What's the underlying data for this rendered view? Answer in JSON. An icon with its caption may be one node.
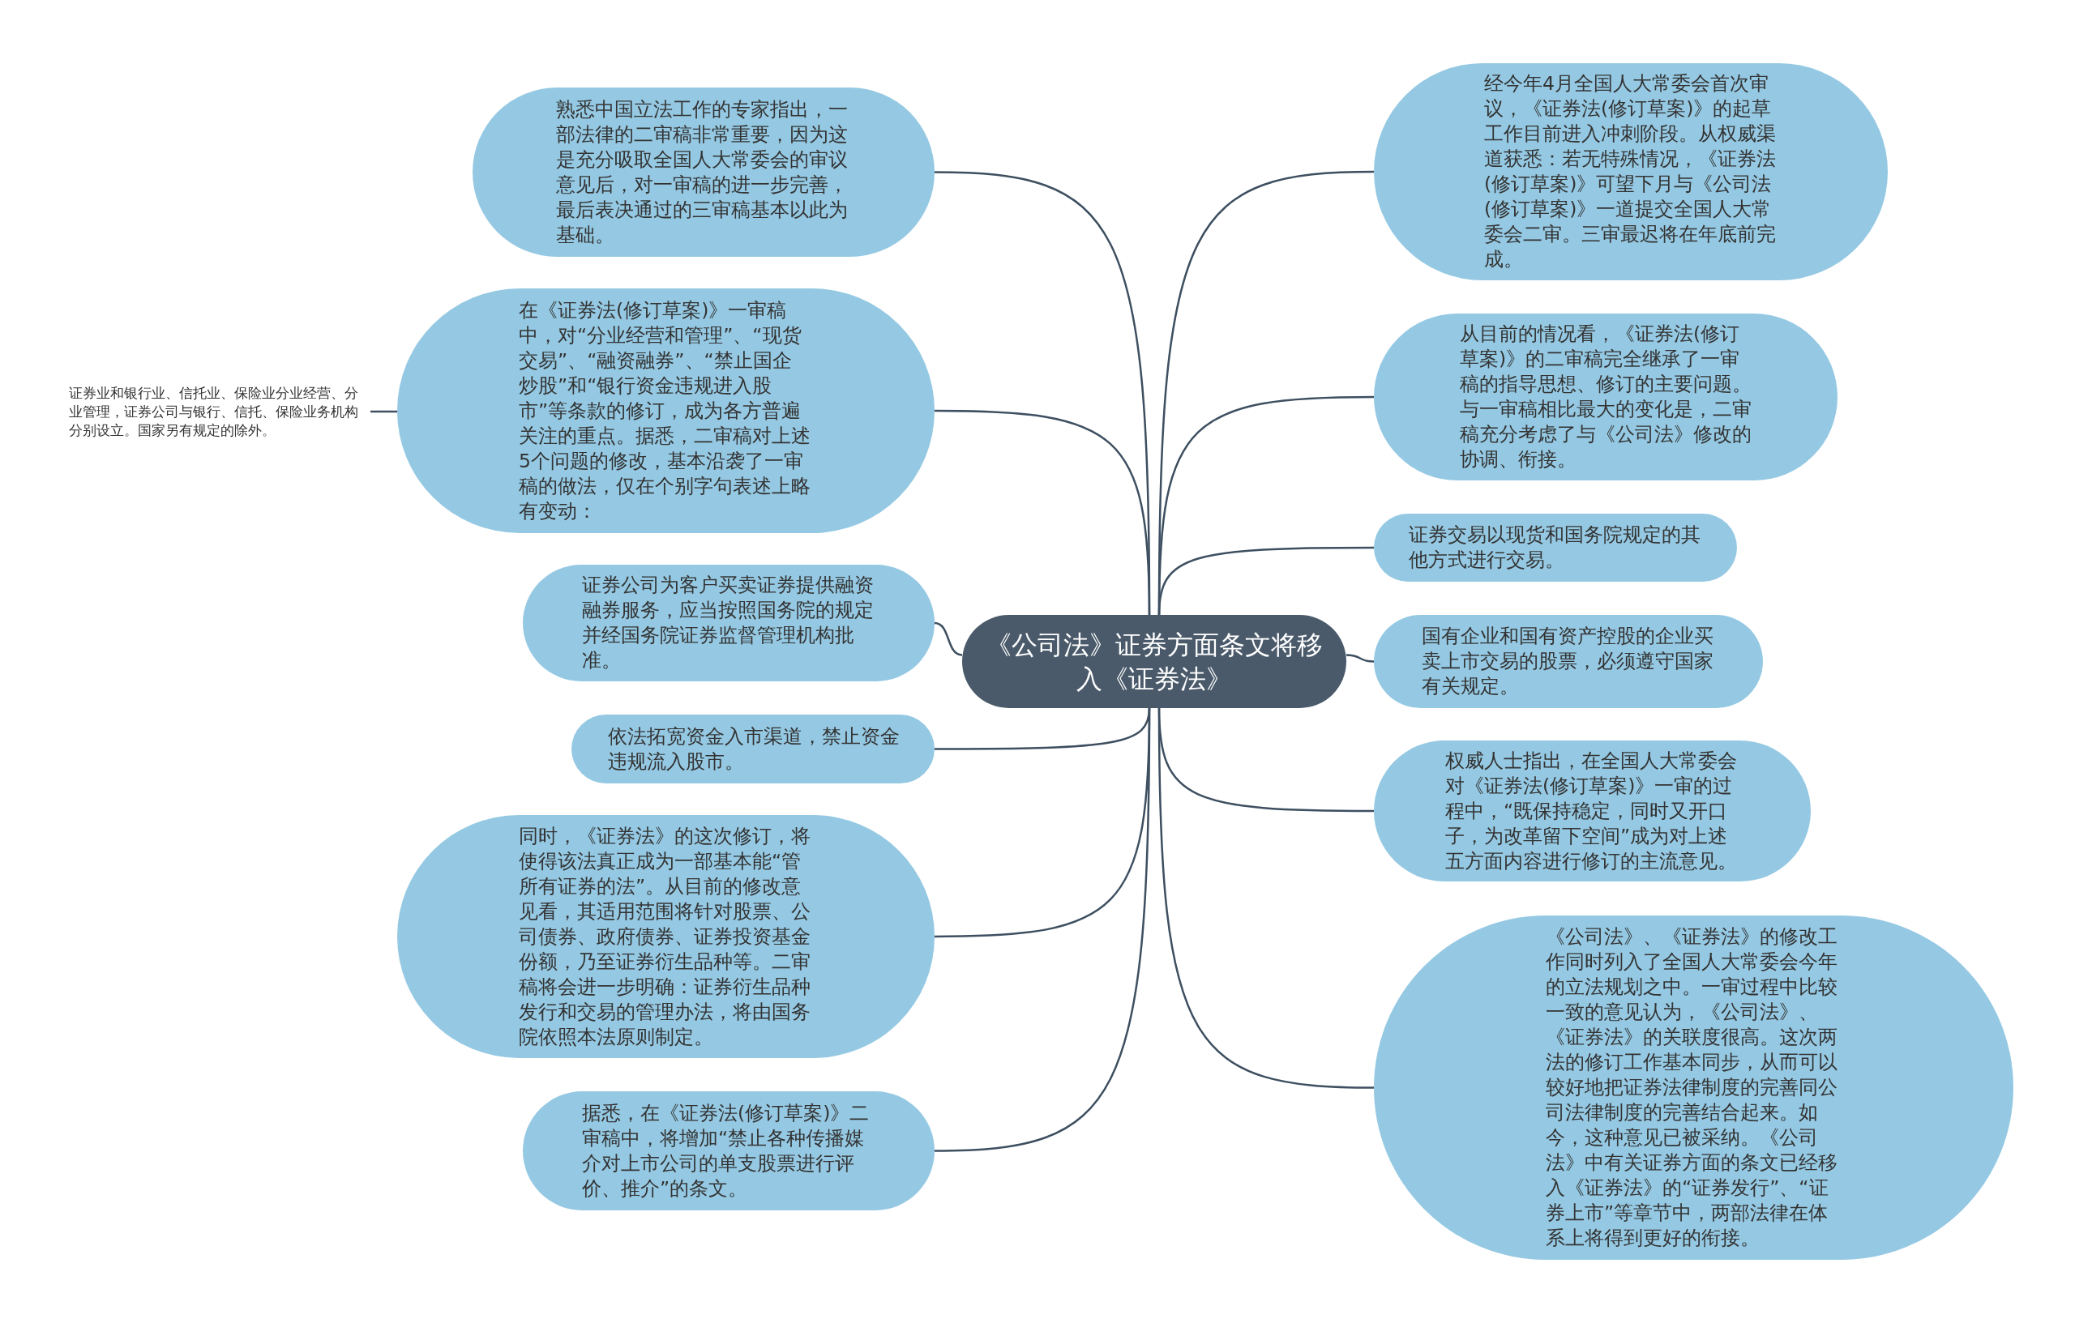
{
  "diagram": {
    "nodes": [
      {
        "text": [
          "《公司法》证券方面条文将移入《证券法》"
        ]
      },
      {
        "text": [
          "熟悉中国立法工作的专家指出，一部法律的二审稿非常重要，因为这是充分吸取全国人大常委会的审议意见后，对一审稿的进一步完善，最后表决通过的三审稿基本以此为基础。"
        ]
      },
      {
        "text": [
          "在《证券法(修订草案)》一审稿中，对“分业经营和管理”、“现货交易”、“融资融券”、“禁止国企炒股”和“银行资金违规进入股市”等条款的修订，成为各方普遍关注的重点。据悉，二审稿对上述5个问题的修改，基本沿袭了一审稿的做法，仅在个别字句表述上略有变动："
        ]
      },
      {
        "text": [
          "证券业和银行业、信托业、保险业分业经营、分业管理，证券公司与银行、信托、保险业务机构分别设立。国家另有规定的除外。"
        ]
      },
      {
        "text": [
          "证券公司为客户买卖证券提供融资融券服务，应当按照国务院的规定并经国务院证券监督管理机构批准。"
        ]
      },
      {
        "text": [
          "依法拓宽资金入市渠道，禁止资金违规流入股市。"
        ]
      },
      {
        "text": [
          "同时，《证券法》的这次修订，将使得该法真正成为一部基本能“管所有证券的法”。从目前的修改意见看，其适用范围将针对股票、公司债券、政府债券、证券投资基金份额，乃至证券衍生品种等。二审稿将会进一步明确：证券衍生品种发行和交易的管理办法，将由国务院依照本法原则制定。"
        ]
      },
      {
        "text": [
          "据悉，在《证券法(修订草案)》二审稿中，将增加“禁止各种传播媒介对上市公司的单支股票进行评价、推介”的条文。"
        ]
      },
      {
        "text": [
          "经今年4月全国人大常委会首次审议，《证券法(修订草案)》的起草工作目前进入冲刺阶段。从权威渠道获悉：若无特殊情况，《证券法(修订草案)》可望下月与《公司法(修订草案)》一道提交全国人大常委会二审。三审最迟将在年底前完成。"
        ]
      },
      {
        "text": [
          "从目前的情况看，《证券法(修订草案)》的二审稿完全继承了一审稿的指导思想、修订的主要问题。与一审稿相比最大的变化是，二审稿充分考虑了与《公司法》修改的协调、衔接。"
        ]
      },
      {
        "text": [
          "证券交易以现货和国务院规定的其他方式进行交易。"
        ]
      },
      {
        "text": [
          "国有企业和国有资产控股的企业买卖上市交易的股票，必须遵守国家有关规定。"
        ]
      },
      {
        "text": [
          "权威人士指出，在全国人大常委会对《证券法(修订草案)》一审的过程中，“既保持稳定，同时又开口子，为改革留下空间”成为对上述五方面内容进行修订的主流意见。"
        ]
      },
      {
        "text": [
          "《公司法》、《证券法》的修改工作同时列入了全国人大常委会今年的立法规划之中。一审过程中比较一致的意见认为，《公司法》、《证券法》的关联度很高。这次两法的修订工作基本同步，从而可以较好地把证券法律制度的完善同公司法律制度的完善结合起来。如今，这种意见已被采纳。《公司法》中有关证券方面的条文已经移入《证券法》的“证券发行”、“证券上市”等章节中，两部法律在体系上将得到更好的衔接。"
        ]
      }
    ],
    "edges": [
      {
        "from": 0,
        "to": 1,
        "arrow": "none"
      },
      {
        "from": 0,
        "to": 2,
        "arrow": "none"
      },
      {
        "from": 2,
        "to": 3,
        "arrow": "none"
      },
      {
        "from": 0,
        "to": 4,
        "arrow": "none"
      },
      {
        "from": 0,
        "to": 5,
        "arrow": "none"
      },
      {
        "from": 0,
        "to": 6,
        "arrow": "none"
      },
      {
        "from": 0,
        "to": 7,
        "arrow": "none"
      },
      {
        "from": 0,
        "to": 8,
        "arrow": "none"
      },
      {
        "from": 0,
        "to": 9,
        "arrow": "none"
      },
      {
        "from": 0,
        "to": 10,
        "arrow": "none"
      },
      {
        "from": 0,
        "to": 11,
        "arrow": "none"
      },
      {
        "from": 0,
        "to": 12,
        "arrow": "none"
      },
      {
        "from": 0,
        "to": 13,
        "arrow": "none"
      }
    ]
  }
}
